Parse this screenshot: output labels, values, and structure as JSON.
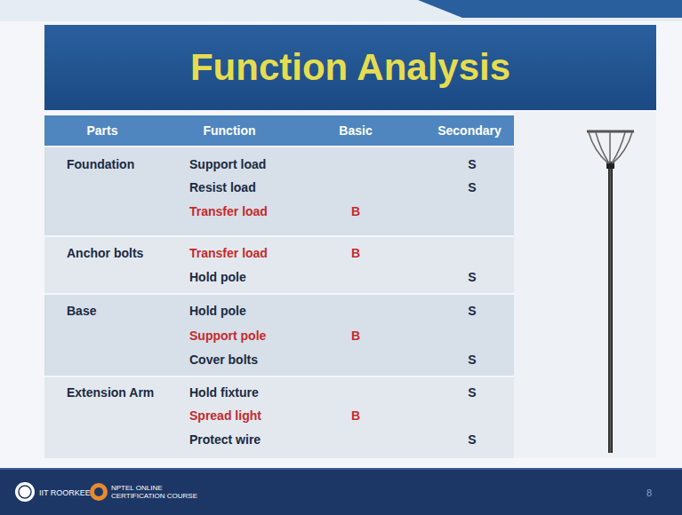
{
  "diagram": {
    "title": "Function Analysis",
    "labels": [
      "Parts",
      "Function",
      "Basic",
      "Secondary",
      "Foundation",
      "Support load",
      "S",
      "Resist load",
      "S",
      "Transfer load",
      "B",
      "Anchor bolts",
      "Transfer load",
      "B",
      "Hold pole",
      "S",
      "Base",
      "Hold pole",
      "S",
      "Support pole",
      "B",
      "Cover bolts",
      "S",
      "Extension Arm",
      "Hold fixture",
      "S",
      "Spread light",
      "B",
      "Protect wire",
      "S",
      "IIT ROORKEE",
      "NPTEL ONLINE CERTIFICATION COURSE",
      "8"
    ]
  }
}
